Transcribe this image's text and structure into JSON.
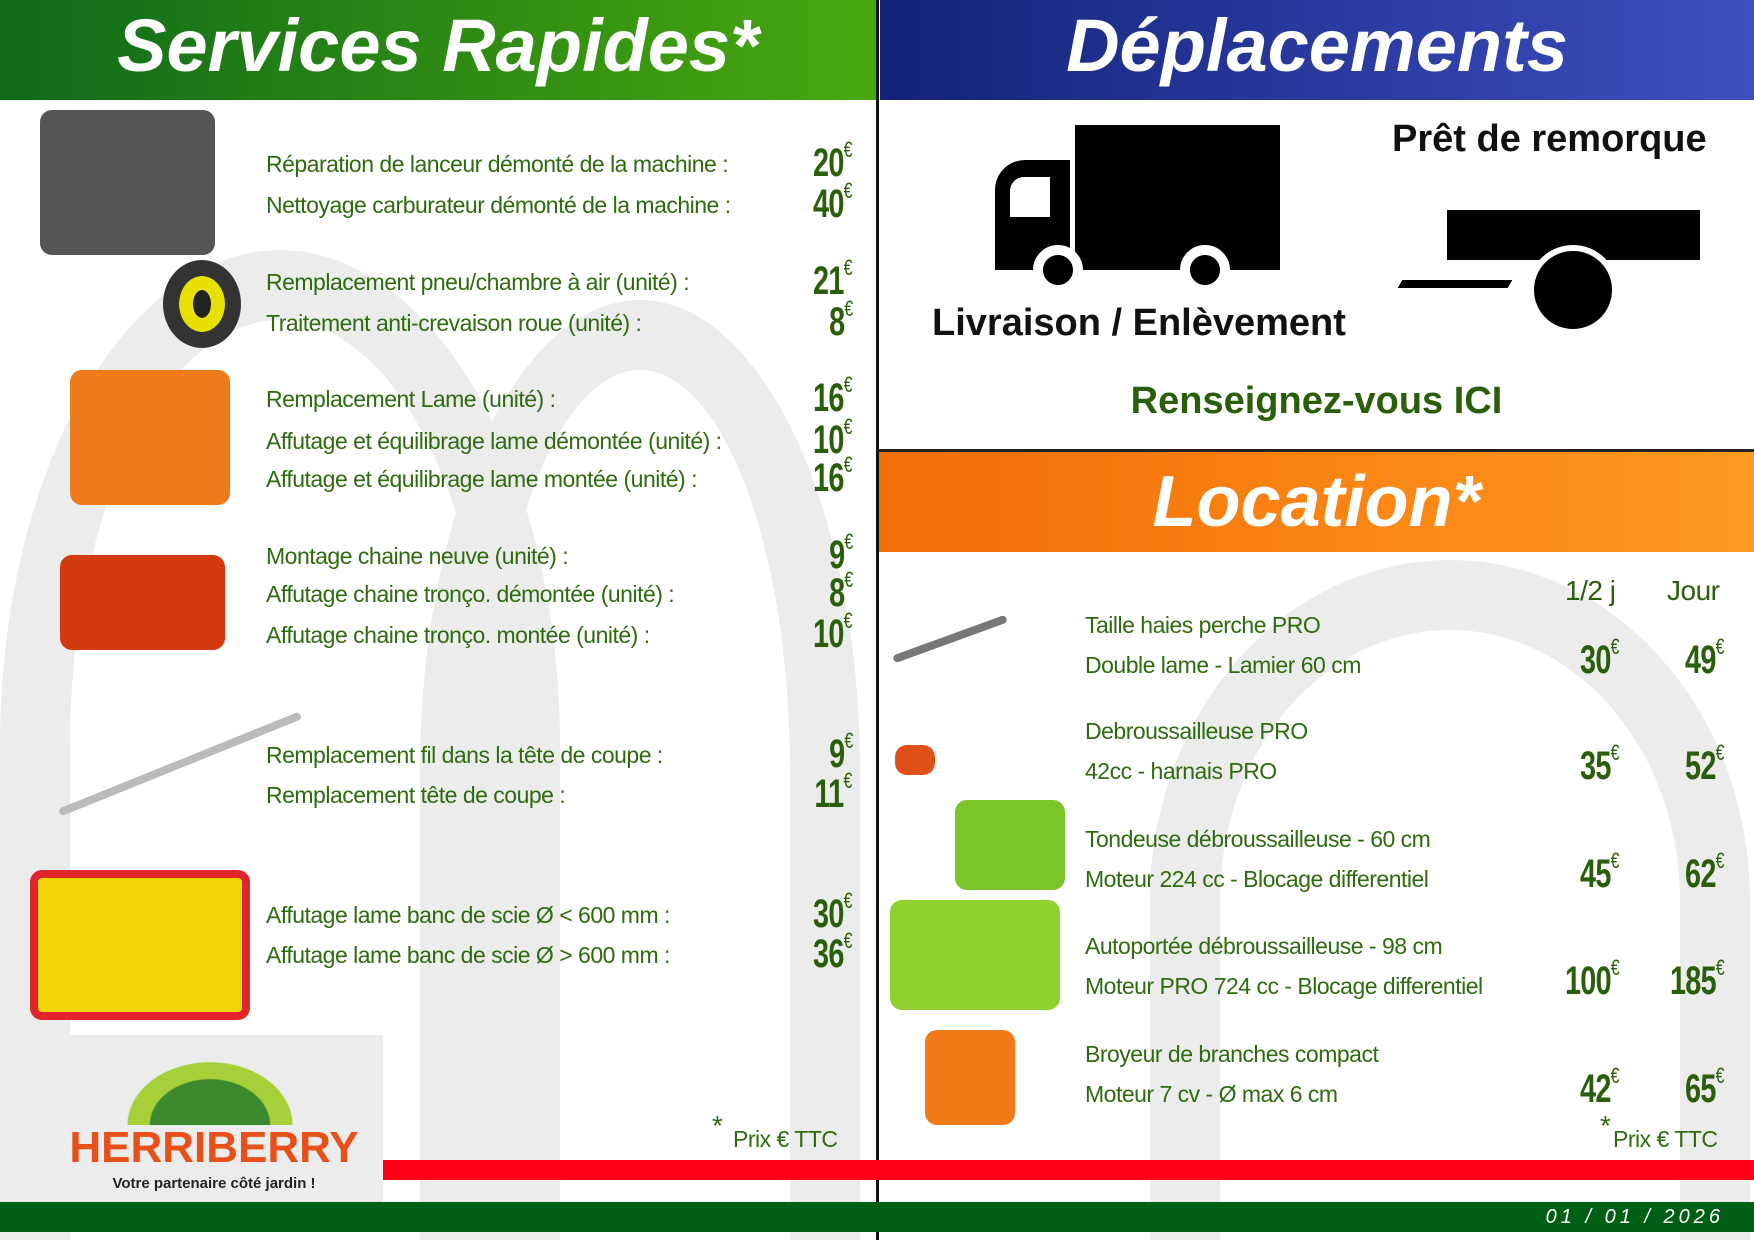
{
  "left": {
    "title": "Services Rapides*",
    "rows": [
      {
        "label": "Réparation de lanceur démonté de la machine :",
        "price": "20"
      },
      {
        "label": "Nettoyage carburateur démonté de la machine :",
        "price": "40"
      },
      {
        "label": "Remplacement pneu/chambre à air (unité) :",
        "price": "21"
      },
      {
        "label": "Traitement anti-crevaison  roue (unité) :",
        "price": "8"
      },
      {
        "label": "Remplacement Lame (unité) :",
        "price": "16"
      },
      {
        "label": "Affutage et équilibrage lame démontée (unité) :",
        "price": "10"
      },
      {
        "label": "Affutage et équilibrage lame montée (unité) :",
        "price": "16"
      },
      {
        "label": "Montage chaine neuve (unité) :",
        "price": "9"
      },
      {
        "label": "Affutage chaine tronço. démontée (unité) :",
        "price": "8"
      },
      {
        "label": "Affutage chaine tronço. montée (unité) :",
        "price": "10"
      },
      {
        "label": "Remplacement fil dans la tête de coupe :",
        "price": "9"
      },
      {
        "label": "Remplacement tête de coupe :",
        "price": "11"
      },
      {
        "label": "Affutage lame banc de scie Ø < 600 mm  :",
        "price": "30"
      },
      {
        "label": "Affutage lame banc de scie Ø > 600 mm  :",
        "price": "36"
      }
    ],
    "note_star": "*",
    "note": "Prix € TTC"
  },
  "currency": "€",
  "right": {
    "title": "Déplacements",
    "delivery": "Livraison / Enlèvement",
    "trailer": "Prêt de remorque",
    "info": "Renseignez-vous ICI"
  },
  "location": {
    "title": "Location*",
    "col_half": "1/2 j",
    "col_day": "Jour",
    "rows": [
      {
        "line1": "Taille haies perche PRO",
        "line2": "Double lame - Lamier 60 cm",
        "half": "30",
        "day": "49"
      },
      {
        "line1": "Debroussailleuse PRO",
        "line2": "42cc - harnais PRO",
        "half": "35",
        "day": "52"
      },
      {
        "line1": "Tondeuse débroussailleuse - 60 cm",
        "line2": "Moteur 224 cc - Blocage differentiel",
        "half": "45",
        "day": "62"
      },
      {
        "line1": "Autoportée débroussailleuse - 98 cm",
        "line2": "Moteur PRO 724 cc - Blocage differentiel",
        "half": "100",
        "day": "185"
      },
      {
        "line1": "Broyeur de branches compact",
        "line2": "Moteur 7 cv - Ø max 6 cm",
        "half": "42",
        "day": "65"
      }
    ],
    "note_star": "*",
    "note": "Prix € TTC"
  },
  "brand": {
    "name": "HERRIBERRY",
    "tagline": "Votre partenaire côté jardin !"
  },
  "date": "01 / 01 / 2026"
}
